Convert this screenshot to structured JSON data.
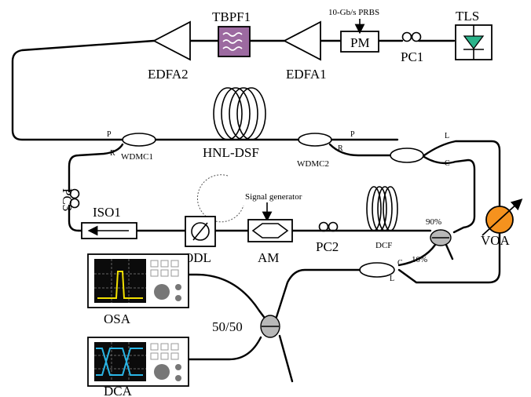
{
  "labels": {
    "prbs": "10-Gb/s PRBS",
    "tls": "TLS",
    "pm": "PM",
    "pc1": "PC1",
    "edfa1": "EDFA1",
    "tbpf1": "TBPF1",
    "edfa2": "EDFA2",
    "hnl_dsf": "HNL-DSF",
    "wdmc1": "WDMC1",
    "wdmc2": "WDMC2",
    "pc3": "PC3",
    "iso1": "ISO1",
    "odl": "ODL",
    "am": "AM",
    "signal_generator": "Signal generator",
    "pc2": "PC2",
    "dcf": "DCF",
    "voa": "VOA",
    "osa": "OSA",
    "dca": "DCA",
    "split_50_50": "50/50",
    "pct_90": "90%",
    "pct_10": "10%",
    "port_p1": "P",
    "port_r1": "R",
    "port_p2": "P",
    "port_r2": "R",
    "port_l1": "L",
    "port_c1": "C",
    "port_c2": "C",
    "port_l2": "L"
  },
  "colors": {
    "tls_fill": "#2bb38a",
    "tbpf_fill": "#9c6aa0",
    "voa_fill": "#f5921e",
    "coupler_fill": "#b8b8b8",
    "osa_trace": "#f3e100",
    "dca_trace": "#2ab6e6",
    "screen_bg": "#0b0b0b"
  },
  "icons": {
    "tls": "laser-diode-icon",
    "tbpf": "tunable-filter-icon",
    "edfa": "amplifier-triangle-icon",
    "voa": "variable-attenuator-icon",
    "coupler": "fiber-coupler-icon",
    "polarization_controller": "polarization-controller-icon",
    "isolator": "isolator-arrow-icon",
    "odl": "optical-delay-line-icon",
    "am": "mach-zehnder-modulator-icon",
    "fiber_coil": "fiber-coil-icon",
    "osa": "spectrum-analyzer-icon",
    "dca": "oscilloscope-icon"
  }
}
